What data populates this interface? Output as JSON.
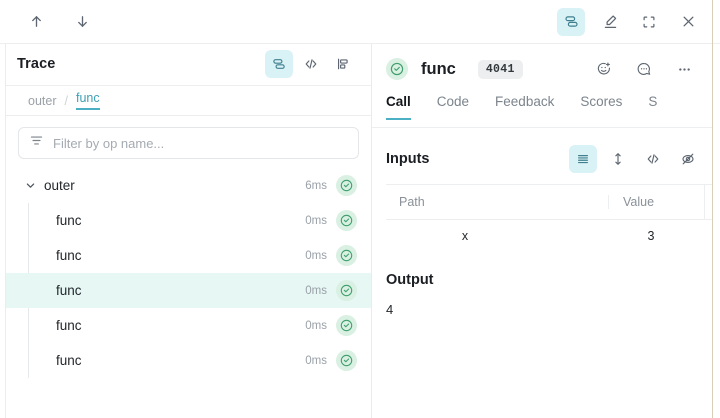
{
  "topbar": {
    "nav_up_icon": "arrow-up-icon",
    "nav_down_icon": "arrow-down-icon",
    "actions": [
      {
        "icon": "stacked-layers-icon",
        "active": true
      },
      {
        "icon": "pen-edit-icon",
        "active": false
      },
      {
        "icon": "expand-fullscreen-icon",
        "active": false
      },
      {
        "icon": "close-x-icon",
        "active": false
      }
    ]
  },
  "trace": {
    "title": "Trace",
    "view_icons": [
      {
        "icon": "stacked-layers-icon",
        "active": true
      },
      {
        "icon": "code-brackets-icon",
        "active": false
      },
      {
        "icon": "flamegraph-icon",
        "active": false
      }
    ],
    "breadcrumb": [
      {
        "label": "outer",
        "current": false
      },
      {
        "label": "func",
        "current": true
      }
    ],
    "breadcrumb_separator": "/",
    "filter": {
      "icon": "filter-lines-icon",
      "value": "",
      "placeholder": "Filter by op name..."
    },
    "rows": [
      {
        "label": "outer",
        "duration": "6ms",
        "level": 0,
        "expanded": true,
        "selected": false,
        "status": "success"
      },
      {
        "label": "func",
        "duration": "0ms",
        "level": 1,
        "expanded": false,
        "selected": false,
        "status": "success"
      },
      {
        "label": "func",
        "duration": "0ms",
        "level": 1,
        "expanded": false,
        "selected": false,
        "status": "success"
      },
      {
        "label": "func",
        "duration": "0ms",
        "level": 1,
        "expanded": false,
        "selected": true,
        "status": "success"
      },
      {
        "label": "func",
        "duration": "0ms",
        "level": 1,
        "expanded": false,
        "selected": false,
        "status": "success"
      },
      {
        "label": "func",
        "duration": "0ms",
        "level": 1,
        "expanded": false,
        "selected": false,
        "status": "success"
      }
    ]
  },
  "call": {
    "status_icon": "check-circle-icon",
    "name": "func",
    "badge": "4041",
    "actions": [
      {
        "icon": "add-reaction-icon"
      },
      {
        "icon": "comment-bubble-icon"
      },
      {
        "icon": "more-options-icon"
      }
    ],
    "tabs": [
      {
        "label": "Call",
        "active": true
      },
      {
        "label": "Code",
        "active": false
      },
      {
        "label": "Feedback",
        "active": false
      },
      {
        "label": "Scores",
        "active": false
      },
      {
        "label": "S",
        "active": false
      }
    ]
  },
  "inputs": {
    "title": "Inputs",
    "tools": [
      {
        "icon": "list-view-icon",
        "active": true
      },
      {
        "icon": "expand-vertical-icon",
        "active": false
      },
      {
        "icon": "code-brackets-icon",
        "active": false
      },
      {
        "icon": "eye-off-icon",
        "active": false
      }
    ],
    "columns": [
      "Path",
      "Value"
    ],
    "rows": [
      {
        "path": "x",
        "value": "3"
      }
    ]
  },
  "output": {
    "title": "Output",
    "value": "4"
  },
  "colors": {
    "accent": "#4bb0c4",
    "accent_bg": "#d9f2f6",
    "selected_row": "#e6f7f4",
    "status_green_bg": "#d9f0e2",
    "status_green_fg": "#3f9e6d",
    "muted_text": "#9aa1a8",
    "border": "#eceef0"
  }
}
